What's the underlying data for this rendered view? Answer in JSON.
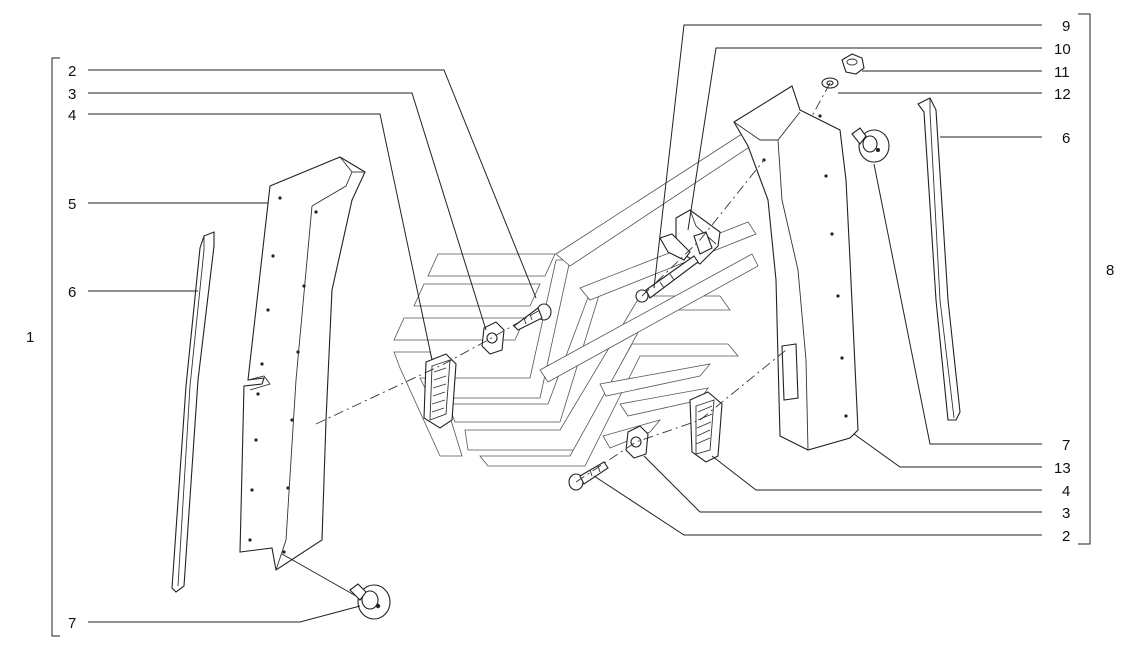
{
  "callouts": {
    "left_group": "1",
    "left_2": "2",
    "left_3": "3",
    "left_4": "4",
    "left_5": "5",
    "left_6": "6",
    "left_7": "7",
    "right_9": "9",
    "right_10": "10",
    "right_11": "11",
    "right_12": "12",
    "right_6": "6",
    "right_group": "8",
    "right_7": "7",
    "right_13": "13",
    "right_4": "4",
    "right_3": "3",
    "right_2": "2"
  }
}
